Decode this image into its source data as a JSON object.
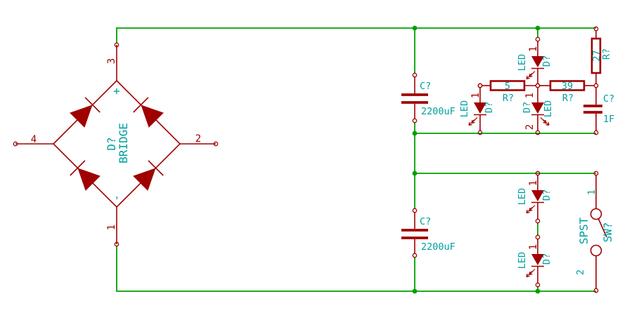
{
  "colors": {
    "background": "#FFFFFF",
    "wire_green": "#00A000",
    "symbol_red": "#A00000",
    "label_teal": "#00A0A0"
  },
  "bridge": {
    "name": "D?",
    "value": "BRIDGE",
    "plus_label": "+",
    "minus_label": "-",
    "pin1": "1",
    "pin2": "2",
    "pin3": "3",
    "pin4": "4"
  },
  "capacitors": [
    {
      "name": "C?",
      "value": "2200uF"
    },
    {
      "name": "C?",
      "value": "2200uF"
    },
    {
      "name": "C?",
      "value": "1F"
    }
  ],
  "resistors": [
    {
      "name": "R?",
      "value": "5"
    },
    {
      "name": "R?",
      "value": "39"
    },
    {
      "name": "R?",
      "value": "27"
    }
  ],
  "leds": [
    {
      "name": "D?",
      "label": "LED",
      "pin1": "1"
    },
    {
      "name": "D?",
      "label": "LED",
      "pin1": "1"
    },
    {
      "name": "D?",
      "label": "LED",
      "pin1": "1",
      "pin2": "2"
    },
    {
      "name": "D?",
      "label": "LED",
      "pin1": "1"
    },
    {
      "name": "D?",
      "label": "LED",
      "pin1": "1"
    }
  ],
  "switch": {
    "name": "SW?",
    "value": "SPST",
    "pin1": "1",
    "pin2": "2"
  }
}
